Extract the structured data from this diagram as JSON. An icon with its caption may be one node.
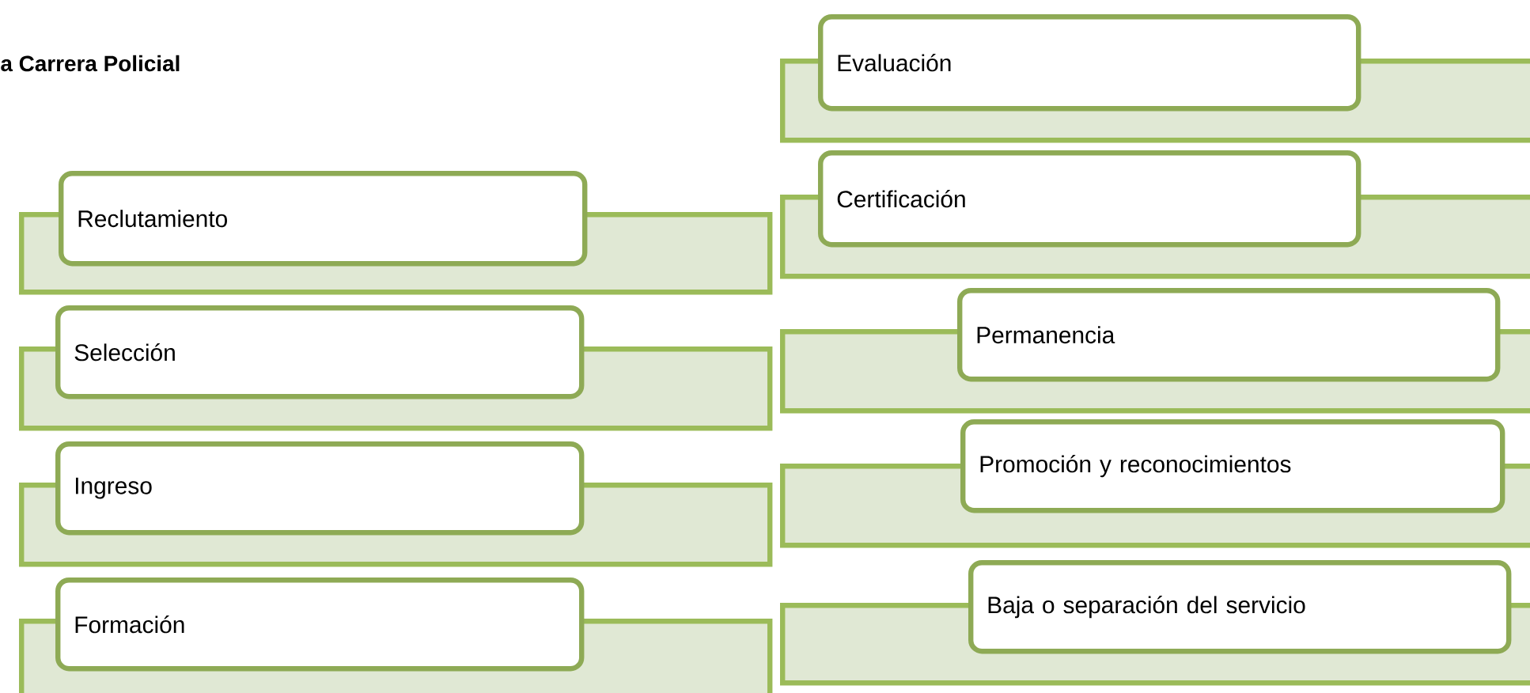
{
  "diagram": {
    "title": "a Carrera Policial",
    "nodes": [
      {
        "text": [],
        "shape": "bar"
      },
      {
        "text": [
          "Reclutamiento"
        ]
      },
      {
        "text": [],
        "shape": "bar"
      },
      {
        "text": [
          "Selección"
        ]
      },
      {
        "text": [],
        "shape": "bar"
      },
      {
        "text": [
          "Ingreso"
        ]
      },
      {
        "text": [],
        "shape": "bar"
      },
      {
        "text": [
          "Formación"
        ]
      },
      {
        "text": [],
        "shape": "bar"
      },
      {
        "text": [
          "Evaluación"
        ]
      },
      {
        "text": [],
        "shape": "bar"
      },
      {
        "text": [
          "Certificación"
        ]
      },
      {
        "text": [],
        "shape": "bar"
      },
      {
        "text": [
          "Permanencia"
        ]
      },
      {
        "text": [],
        "shape": "bar"
      },
      {
        "text": [
          "Promoción y reconocimientos"
        ]
      },
      {
        "text": [],
        "shape": "bar"
      },
      {
        "text": [
          "Baja o separación del servicio"
        ]
      }
    ]
  }
}
